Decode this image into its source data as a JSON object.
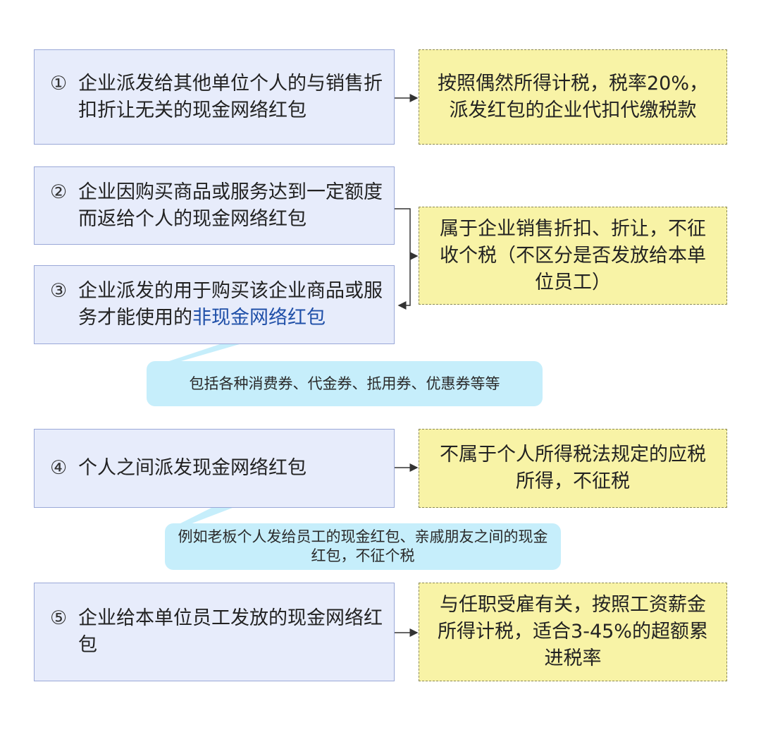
{
  "rows": [
    {
      "num": "①",
      "left": "企业派发给其他单位个人的与销售折扣折让无关的现金网络红包",
      "right": "按照偶然所得计税，税率20%，派发红包的企业代扣代缴税款"
    },
    {
      "num": "②",
      "left": "企业因购买商品或服务达到一定额度而返给个人的现金网络红包"
    },
    {
      "num": "③",
      "left_plain": "企业派发的用于购买该企业商品或服务才能使用的",
      "left_highlight": "非现金网络红包"
    },
    {
      "num": "④",
      "left": "个人之间派发现金网络红包",
      "right": "不属于个人所得税法规定的应税所得，不征税"
    },
    {
      "num": "⑤",
      "left": "企业给本单位员工发放的现金网络红包",
      "right": "与任职受雇有关，按照工资薪金所得计税，适合3-45%的超额累进税率"
    }
  ],
  "shared_right": "属于企业销售折扣、折让，不征收个税（不区分是否发放给本单位员工）",
  "bubbles": [
    {
      "text": "包括各种消费券、代金券、抵用券、优惠券等等"
    },
    {
      "text": "例如老板个人发给员工的现金红包、亲戚朋友之间的现金红包，不征个税"
    }
  ],
  "colors": {
    "left_fill": "#e7ecfb",
    "right_fill": "#f8f3a6",
    "bubble_fill": "#c6eefb",
    "highlight": "#1f4fa8"
  }
}
